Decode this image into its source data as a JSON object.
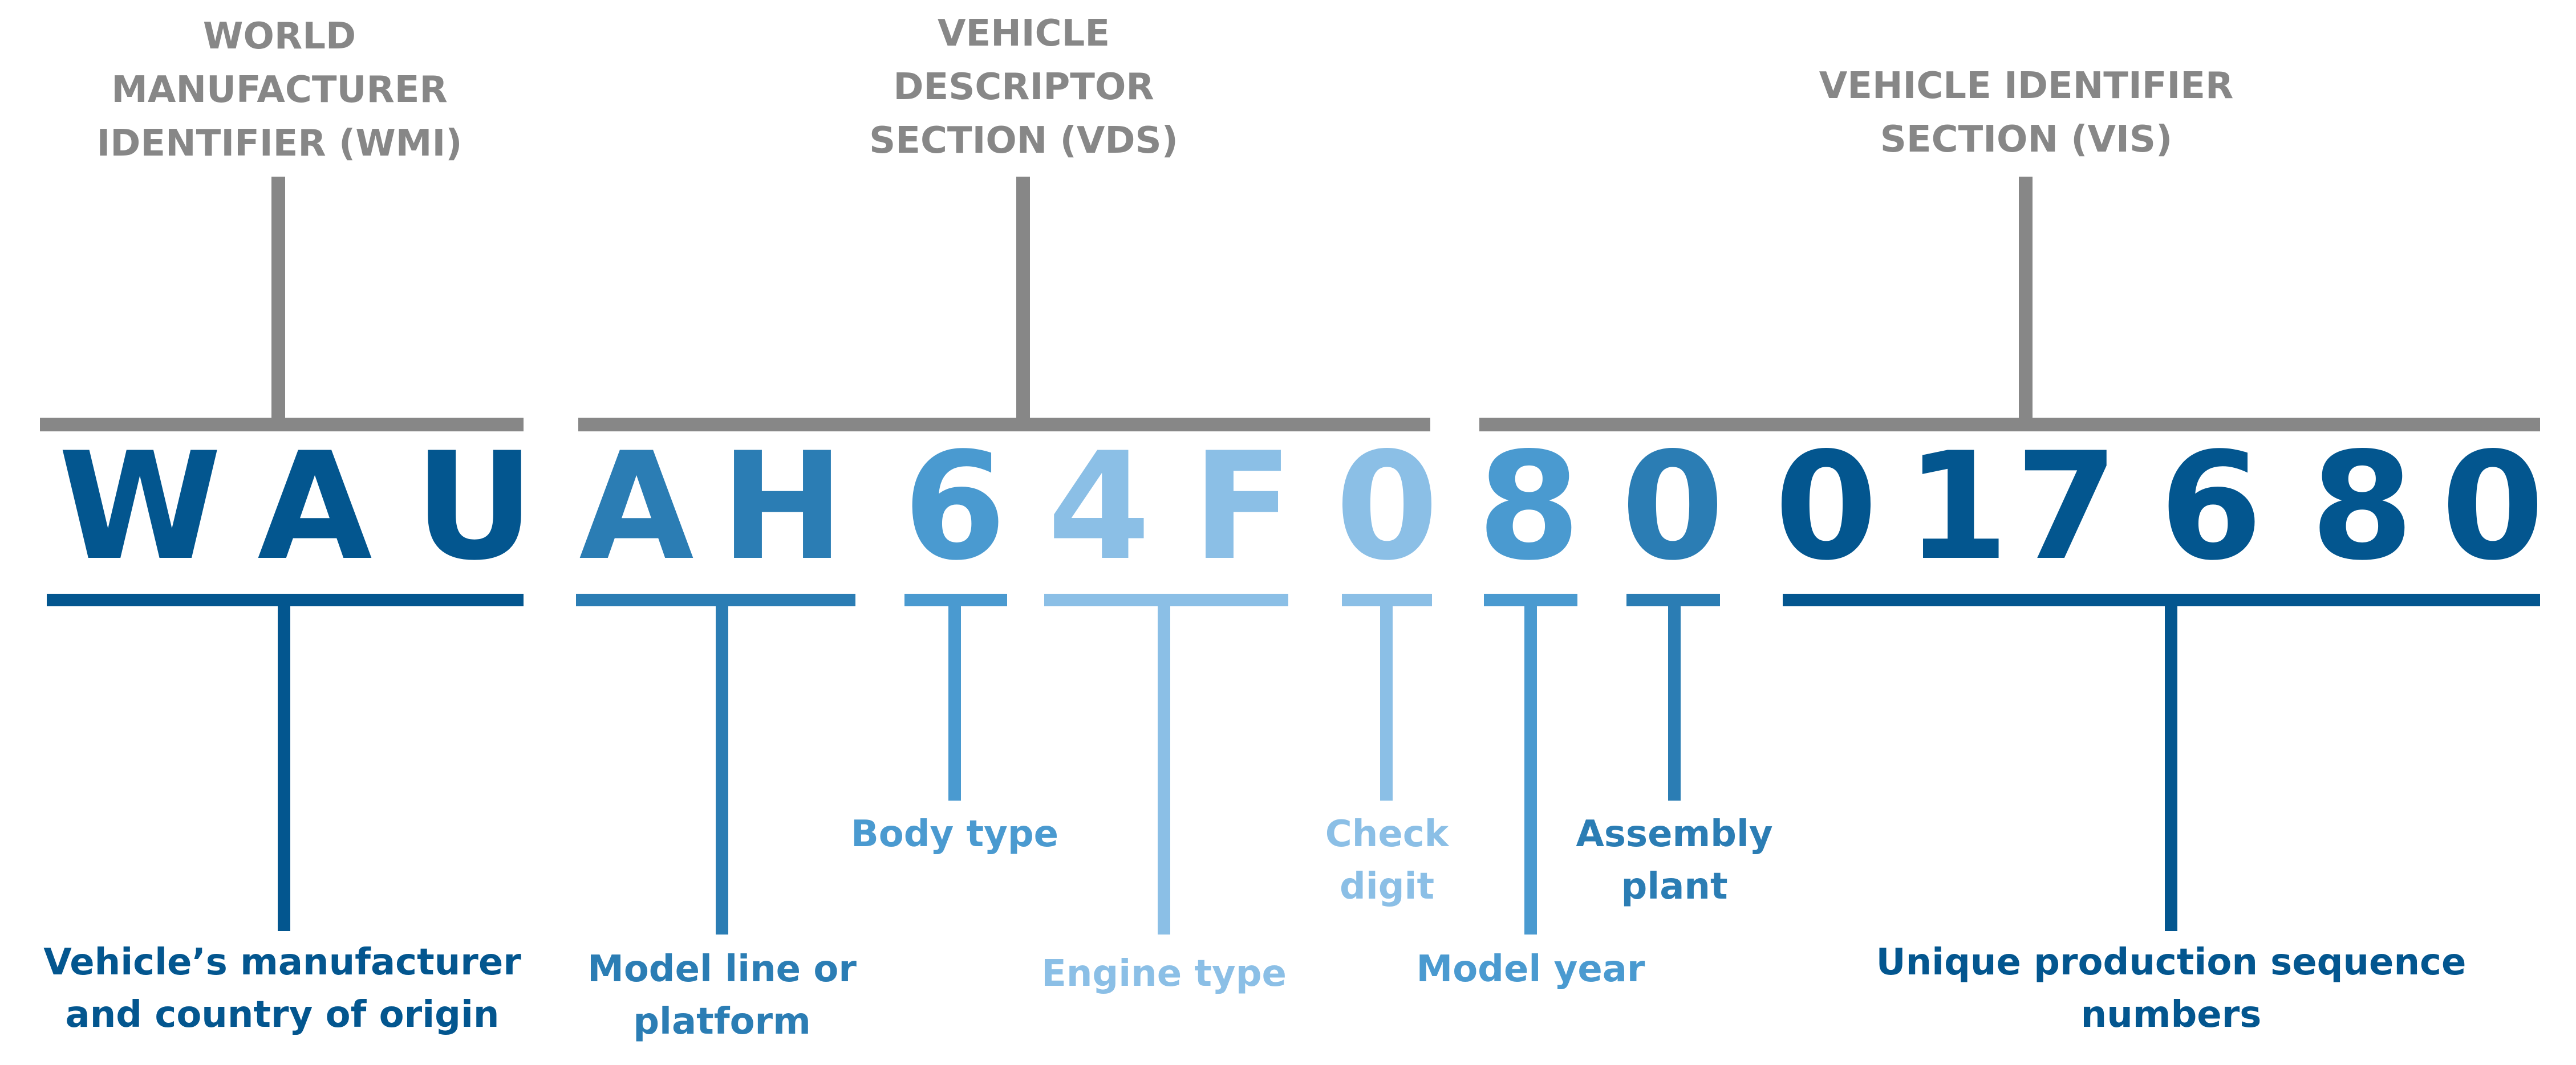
{
  "colors": {
    "gray": "#878787",
    "dark_blue": "#03568F",
    "mid_blue": "#2B7DB4",
    "blue": "#4A9AD0",
    "light_blue": "#8BBFE6"
  },
  "sections": {
    "wmi": {
      "lines": [
        "WORLD",
        "MANUFACTURER",
        "IDENTIFIER (WMI)"
      ]
    },
    "vds": {
      "lines": [
        "VEHICLE",
        "DESCRIPTOR",
        "SECTION (VDS)"
      ]
    },
    "vis": {
      "lines": [
        "VEHICLE IDENTIFIER",
        "SECTION (VIS)"
      ]
    }
  },
  "vin": [
    "W",
    "A",
    "U",
    "A",
    "H",
    "6",
    "4",
    "F",
    "0",
    "8",
    "0",
    "0",
    "1",
    "7",
    "6",
    "8",
    "0"
  ],
  "descriptions": {
    "manufacturer": {
      "lines": [
        "Vehicle’s manufacturer",
        "and country of origin"
      ]
    },
    "model_line": {
      "lines": [
        "Model line or",
        "platform"
      ]
    },
    "body_type": {
      "lines": [
        "Body type"
      ]
    },
    "engine_type": {
      "lines": [
        "Engine type"
      ]
    },
    "check_digit": {
      "lines": [
        "Check",
        "digit"
      ]
    },
    "model_year": {
      "lines": [
        "Model year"
      ]
    },
    "assembly_plant": {
      "lines": [
        "Assembly",
        "plant"
      ]
    },
    "sequence": {
      "lines": [
        "Unique production sequence",
        "numbers"
      ]
    }
  }
}
